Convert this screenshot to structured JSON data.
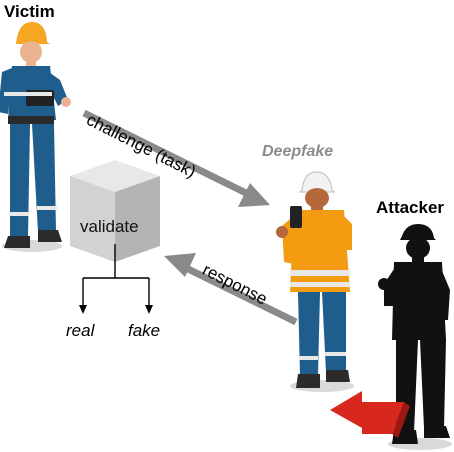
{
  "labels": {
    "victim": "Victim",
    "attacker": "Attacker",
    "deepfake": "Deepfake",
    "validate": "validate",
    "real": "real",
    "fake": "fake",
    "challenge": "challenge (task)",
    "response": "response"
  },
  "colors": {
    "arrow_gray": "#8a8a8a",
    "red_arrow": "#d8281e",
    "hard_hat_orange": "#f5a623",
    "vest_orange": "#f39c12",
    "coverall_blue": "#1f5d8c",
    "reflective_stripe": "#e8e8e8",
    "attacker_black": "#111111",
    "deepfake_label_gray": "#8c8c8c"
  }
}
